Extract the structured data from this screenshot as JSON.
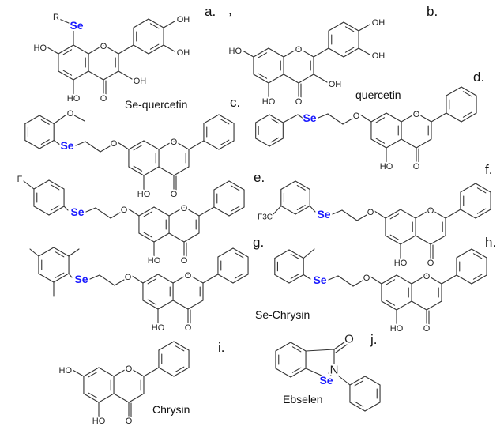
{
  "figure": {
    "panel_labels": [
      "a.",
      "b.",
      "c.",
      "d.",
      "e.",
      "f.",
      "g.",
      "h.",
      "i.",
      "j."
    ],
    "stray_mark": ",",
    "compound_names": {
      "se_quercetin": "Se-quercetin",
      "quercetin": "quercetin",
      "se_chrysin": "Se-Chrysin",
      "chrysin": "Chrysin",
      "ebselen": "Ebselen"
    },
    "atoms": {
      "hydroxyl_left": "HO",
      "hydroxyl_right": "OH",
      "oxygen": "O",
      "selenium": "Se",
      "r_group": "R",
      "fluorine": "F",
      "cf3": "F3C",
      "nitrogen": "N"
    },
    "colors": {
      "selenium": "#1a1aff",
      "bond": "#333333"
    }
  }
}
